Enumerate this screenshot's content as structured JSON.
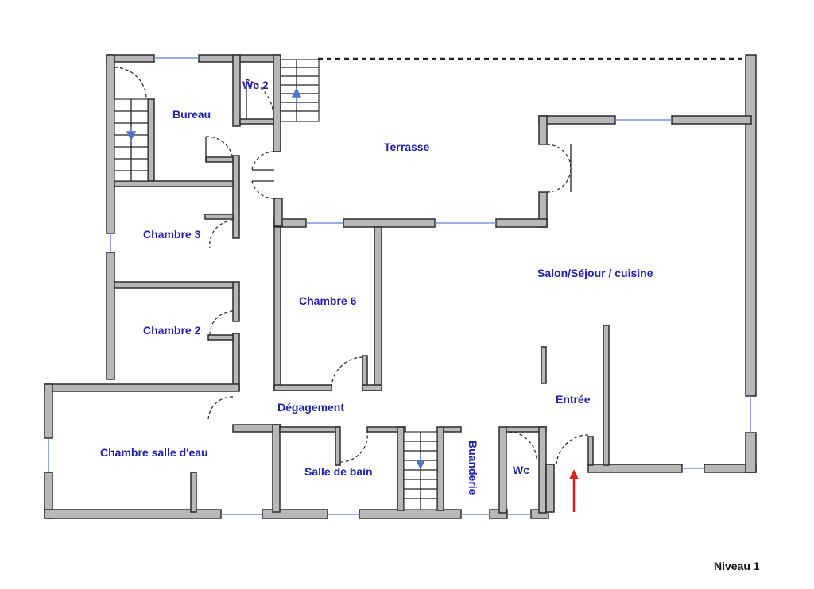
{
  "rooms": {
    "wc2": "Wc 2",
    "bureau": "Bureau",
    "terrasse": "Terrasse",
    "chambre3": "Chambre 3",
    "chambre2": "Chambre 2",
    "chambre6": "Chambre 6",
    "salon": "Salon/Séjour / cuisine",
    "entree": "Entrée",
    "degagement": "Dégagement",
    "chambre_salle_eau": "Chambre salle d'eau",
    "salle_de_bain": "Salle de bain",
    "buanderie": "Buanderie",
    "wc": "Wc"
  },
  "level": "Niveau 1",
  "colors": {
    "label": "#2020a8",
    "wall": "#b8b8b8",
    "window": "#7b8fd8",
    "entry_arrow": "#d42020"
  }
}
